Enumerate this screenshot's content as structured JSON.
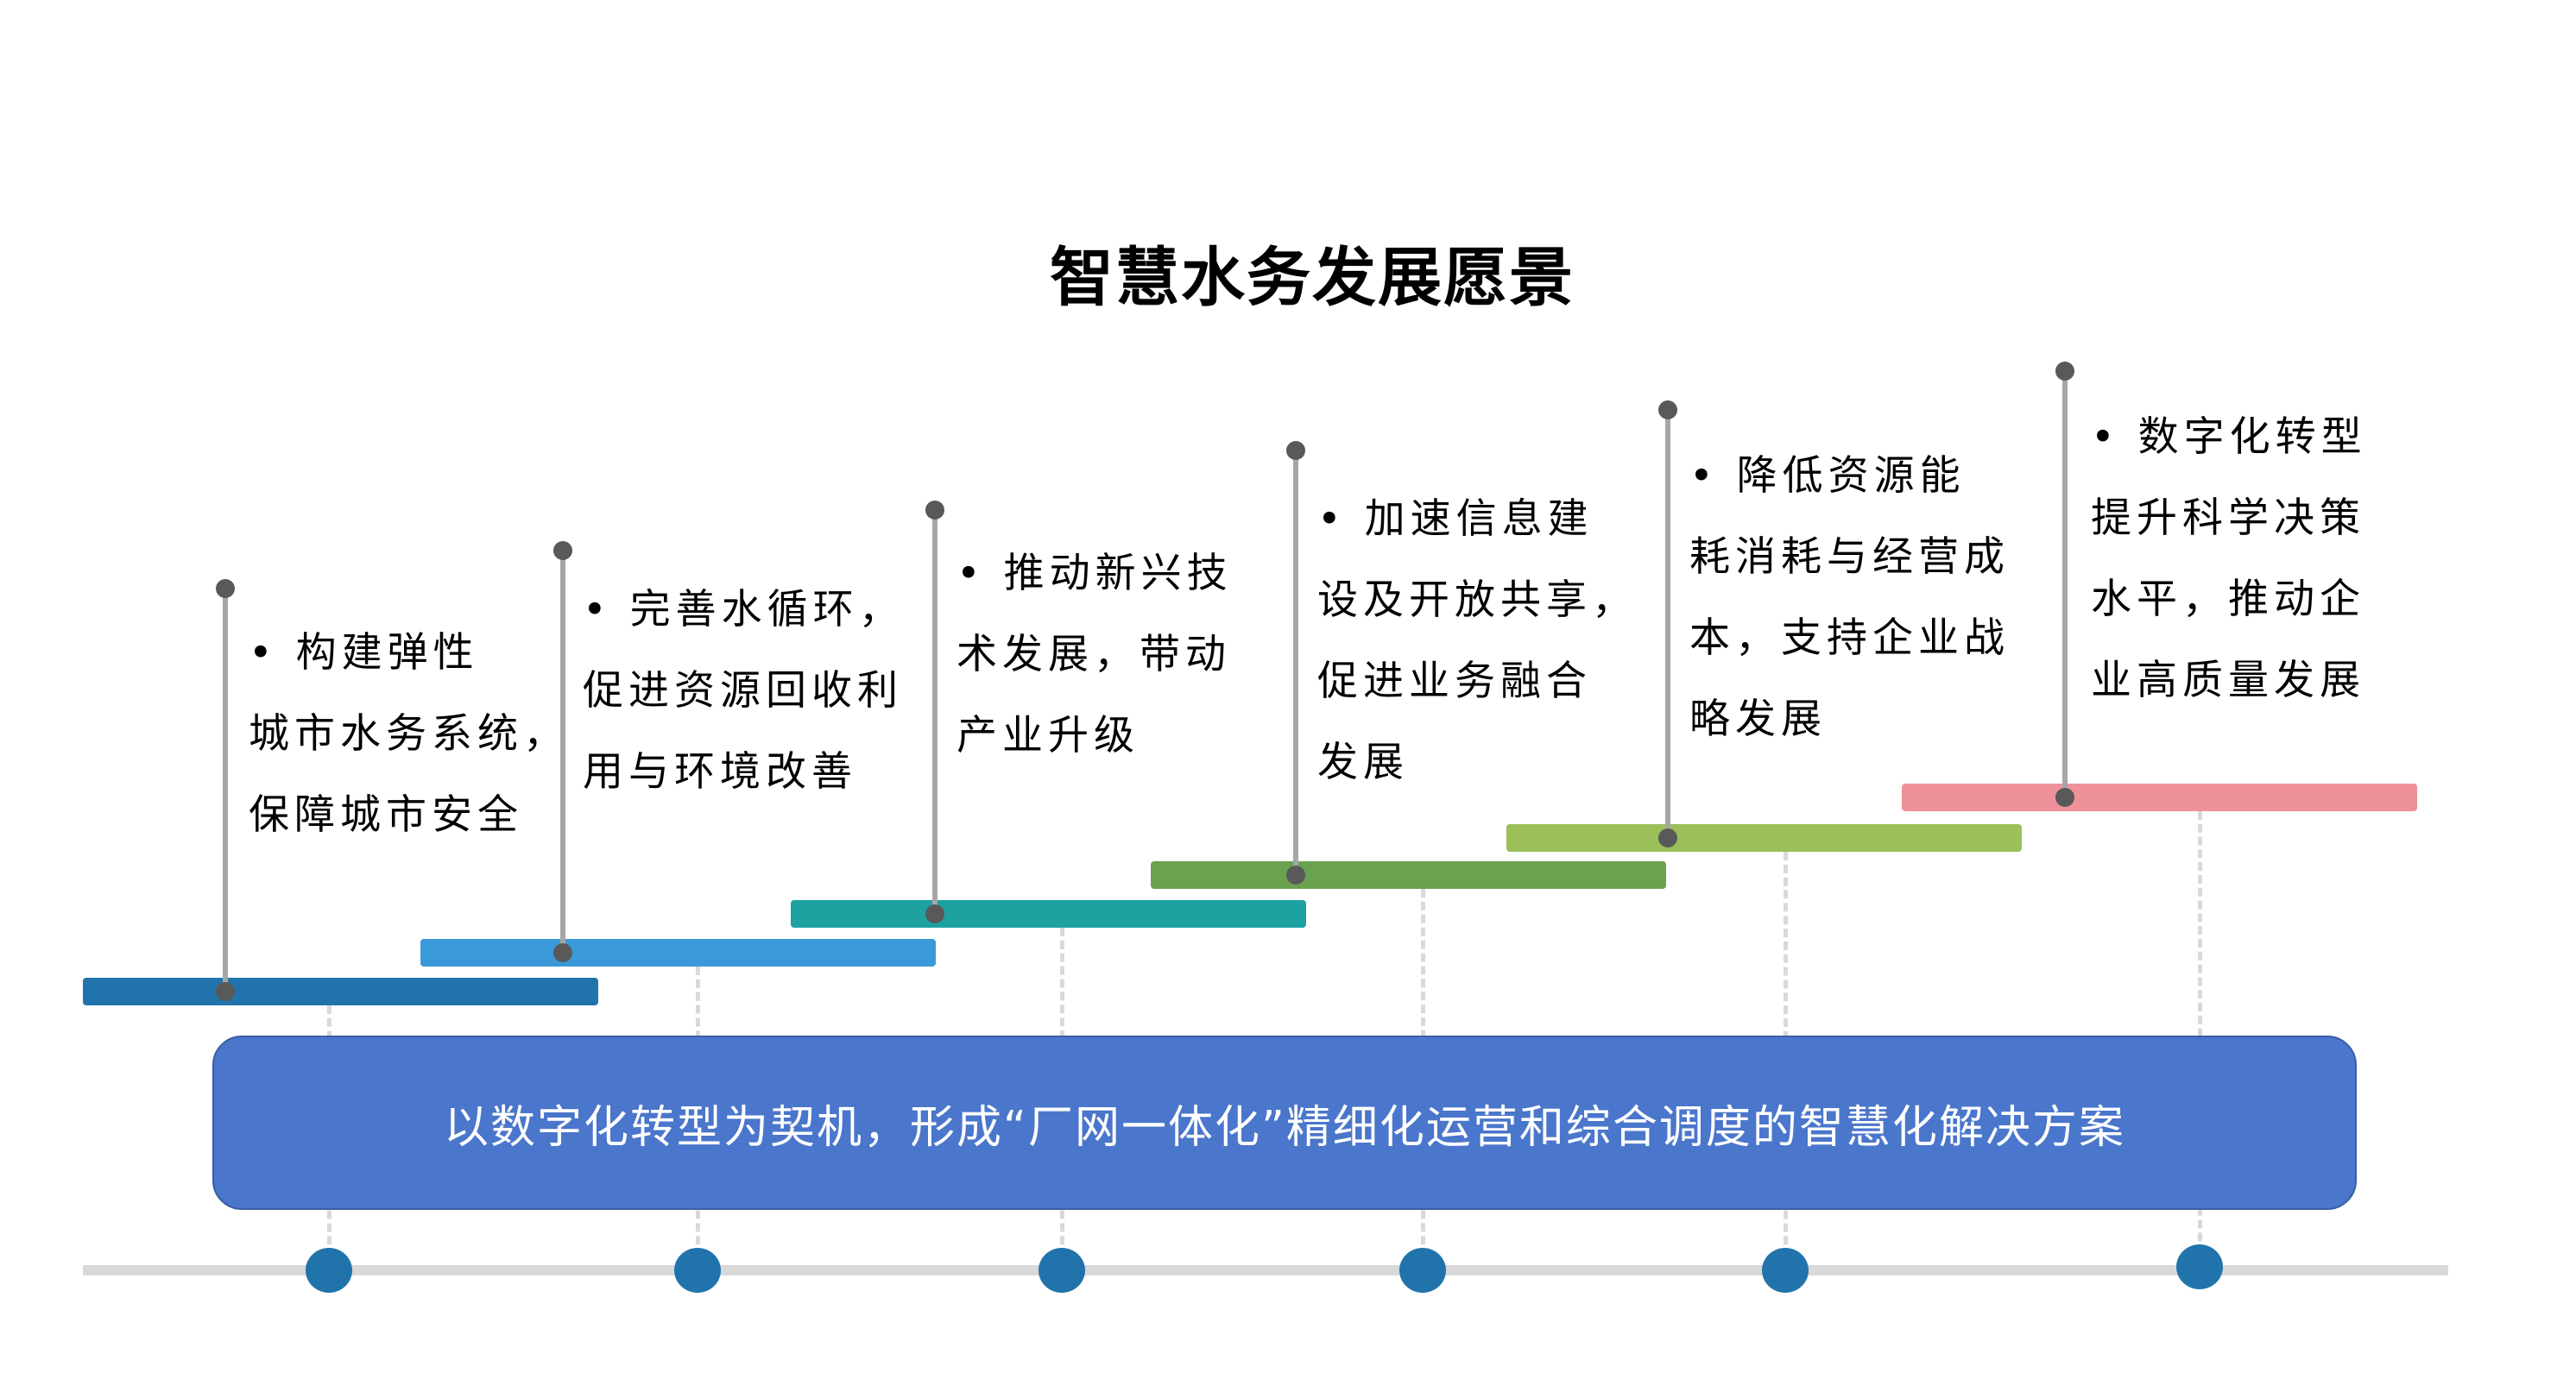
{
  "title": "智慧水务发展愿景",
  "banner": "以数字化转型为契机，形成“厂网一体化”精细化运营和综合调度的智慧化解决方案",
  "milestones": [
    {
      "bar_color": "#2174ab",
      "lines": [
        "•   构建弹性",
        "城市水务系统，",
        "保障城市安全"
      ]
    },
    {
      "bar_color": "#3a9ad9",
      "lines": [
        "•   完善水循环，",
        "促进资源回收利",
        "用与环境改善"
      ]
    },
    {
      "bar_color": "#1da1a1",
      "lines": [
        "•   推动新兴技",
        "术发展，带动",
        "产业升级"
      ]
    },
    {
      "bar_color": "#6aa250",
      "lines": [
        "•   加速信息建",
        "设及开放共享，",
        "促进业务融合",
        "发展"
      ]
    },
    {
      "bar_color": "#9bbf59",
      "lines": [
        "•   降低资源能",
        "耗消耗与经营成",
        "本，支持企业战",
        "略发展"
      ]
    },
    {
      "bar_color": "#ee919b",
      "lines": [
        "•   数字化转型",
        "提升科学决策",
        "水平，推动企",
        "业高质量发展"
      ]
    }
  ],
  "colors": {
    "node": "#2174ab",
    "axis": "#d9d9d9",
    "banner": "#4a76cb",
    "stem": "#a6a6a6",
    "pin": "#595959"
  }
}
